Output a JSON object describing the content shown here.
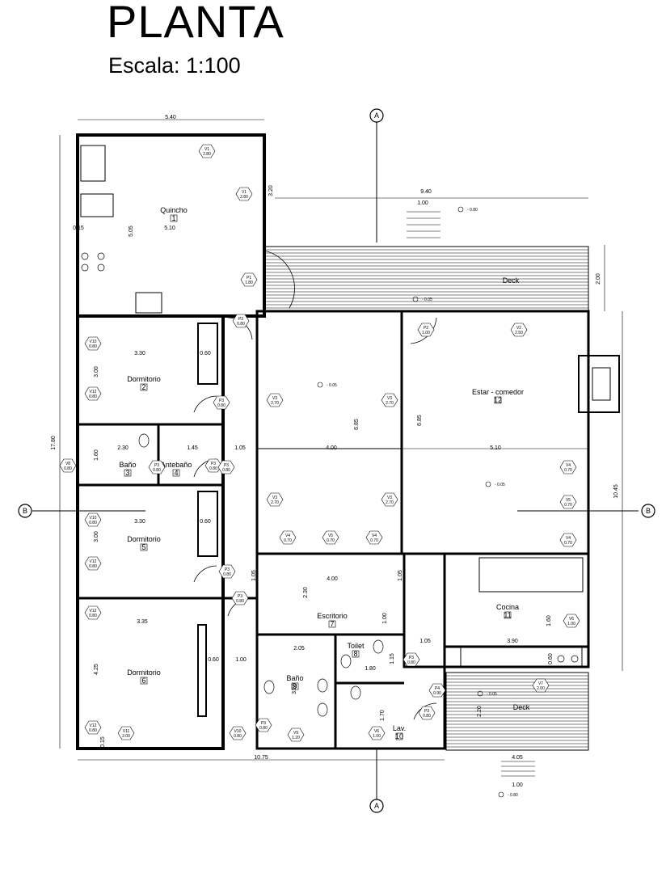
{
  "header": {
    "title": "PLANTA",
    "scale": "Escala: 1:100"
  },
  "rooms": [
    {
      "name": "Quincho",
      "num": "1"
    },
    {
      "name": "Dormitorio",
      "num": "2"
    },
    {
      "name": "Baño",
      "num": "3"
    },
    {
      "name": "Antebaño",
      "num": "4"
    },
    {
      "name": "Dormitorio",
      "num": "5"
    },
    {
      "name": "Dormitorio",
      "num": "6"
    },
    {
      "name": "Escritorio",
      "num": "7"
    },
    {
      "name": "Toilet",
      "num": "8"
    },
    {
      "name": "Baño",
      "num": "9"
    },
    {
      "name": "Lav.",
      "num": "10"
    },
    {
      "name": "Cocina",
      "num": "11"
    },
    {
      "name": "Estar - comedor",
      "num": "12"
    }
  ],
  "decks": [
    "Deck",
    "Deck"
  ],
  "sections": [
    "A",
    "A",
    "B",
    "B"
  ],
  "dims": [
    "5.40",
    "17.80",
    "3.20",
    "9.40",
    "1.00",
    "2.00",
    "5.05",
    "5.10",
    "0.15",
    "3.30",
    "0.60",
    "3.00",
    "2.30",
    "1.45",
    "1.60",
    "1.05",
    "4.00",
    "5.10",
    "6.85",
    "6.85",
    "10.45",
    "3.30",
    "0.60",
    "3.00",
    "1.05",
    "4.00",
    "2.30",
    "1.05",
    "1.00",
    "3.35",
    "0.60",
    "1.00",
    "4.25",
    "2.05",
    "1.15",
    "1.80",
    "3.90",
    "1.05",
    "1.60",
    "0.60",
    "3.50",
    "1.70",
    "2.20",
    "4.05",
    "1.00",
    "10.75",
    "0.15"
  ],
  "levels": [
    "- 0.80",
    "- 0.05",
    "- 0.05",
    "- 0.05",
    "- 0.05",
    "- 0.80"
  ],
  "tags": [
    {
      "code": "V1",
      "size": "2.80"
    },
    {
      "code": "V1",
      "size": "2.80"
    },
    {
      "code": "P1",
      "size": "1.80"
    },
    {
      "code": "P3",
      "size": "0.80"
    },
    {
      "code": "V10",
      "size": "0.80"
    },
    {
      "code": "V12",
      "size": "0.80"
    },
    {
      "code": "P3",
      "size": "0.80"
    },
    {
      "code": "V8",
      "size": "0.80"
    },
    {
      "code": "P3",
      "size": "0.80"
    },
    {
      "code": "P3",
      "size": "0.80"
    },
    {
      "code": "V10",
      "size": "0.80"
    },
    {
      "code": "V12",
      "size": "0.80"
    },
    {
      "code": "P3",
      "size": "0.80"
    },
    {
      "code": "V12",
      "size": "0.80"
    },
    {
      "code": "V12",
      "size": "0.80"
    },
    {
      "code": "V11",
      "size": "2.00"
    },
    {
      "code": "V10",
      "size": "0.80"
    },
    {
      "code": "P3",
      "size": "0.80"
    },
    {
      "code": "V9",
      "size": "1.20"
    },
    {
      "code": "V3",
      "size": "2.70"
    },
    {
      "code": "V3",
      "size": "2.70"
    },
    {
      "code": "V3",
      "size": "2.70"
    },
    {
      "code": "V3",
      "size": "2.70"
    },
    {
      "code": "V4",
      "size": "0.70"
    },
    {
      "code": "V5",
      "size": "0.70"
    },
    {
      "code": "V4",
      "size": "0.70"
    },
    {
      "code": "P3",
      "size": "0.80"
    },
    {
      "code": "P2",
      "size": "1.00"
    },
    {
      "code": "V2",
      "size": "2.50"
    },
    {
      "code": "V4",
      "size": "0.70"
    },
    {
      "code": "V5",
      "size": "0.70"
    },
    {
      "code": "V4",
      "size": "0.70"
    },
    {
      "code": "V6",
      "size": "1.00"
    },
    {
      "code": "V7",
      "size": "2.00"
    },
    {
      "code": "P3",
      "size": "0.80"
    },
    {
      "code": "P4",
      "size": "0.90"
    },
    {
      "code": "P3",
      "size": "0.80"
    },
    {
      "code": "V6",
      "size": "1.00"
    },
    {
      "code": "P3",
      "size": "0.80"
    }
  ]
}
